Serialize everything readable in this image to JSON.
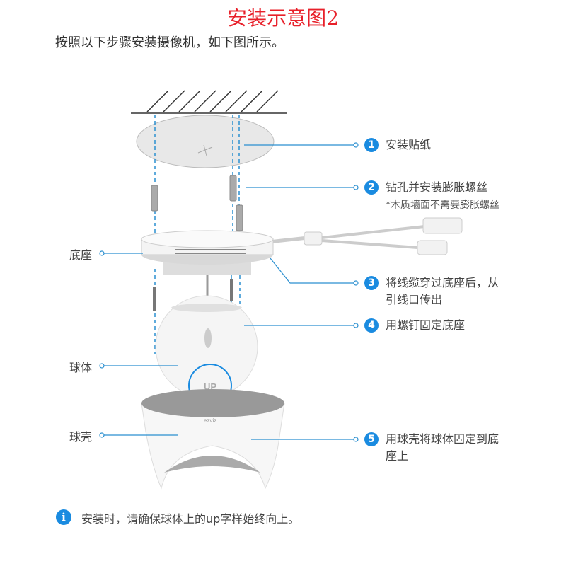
{
  "title": "安装示意图2",
  "subtitle": "按照以下步骤安装摄像机，如下图所示。",
  "steps": [
    {
      "num": "1",
      "lines": [
        "安装贴纸"
      ]
    },
    {
      "num": "2",
      "lines": [
        "钻孔并安装膨胀螺丝"
      ],
      "note": "*木质墙面不需要膨胀螺丝"
    },
    {
      "num": "3",
      "lines": [
        "将线缆穿过底座后，从",
        "引线口传出"
      ]
    },
    {
      "num": "4",
      "lines": [
        "用螺钉固定底座"
      ]
    },
    {
      "num": "5",
      "lines": [
        "用球壳将球体固定到底",
        "座上"
      ]
    }
  ],
  "parts": {
    "base": "底座",
    "ball": "球体",
    "shell": "球壳"
  },
  "ball_mark": "UP",
  "brand_logo": "ezviz",
  "tip": {
    "icon": "info-icon",
    "text": "安装时，请确保球体上的up字样始终向上。"
  },
  "colors": {
    "title": "#e8202a",
    "accent": "#1a8be0"
  }
}
